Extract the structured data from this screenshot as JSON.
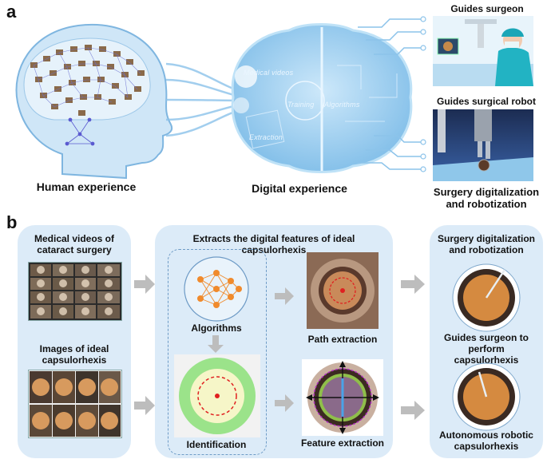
{
  "panel_a": {
    "letter": "a",
    "human_label": "Human experience",
    "digital_label": "Digital experience",
    "brain_labels": {
      "medical_videos": "Medical videos",
      "training": "Training",
      "algorithms": "Algorithms",
      "extraction": "Extraction"
    },
    "guides_surgeon": "Guides surgeon",
    "guides_robot": "Guides surgical robot",
    "digitalization": "Surgery digitalization and robotization"
  },
  "panel_b": {
    "letter": "b",
    "left": {
      "videos_title": "Medical videos of cataract surgery",
      "images_title": "Images of ideal capsulorhexis"
    },
    "middle": {
      "title": "Extracts the digital features of ideal capsulorhexis",
      "algorithms": "Algorithms",
      "identification": "Identification",
      "path_extraction": "Path extraction",
      "feature_extraction": "Feature extraction"
    },
    "right": {
      "title": "Surgery digitalization and robotization",
      "guides_text": "Guides surgeon to perform capsulorhexis",
      "autonomous_text": "Autonomous robotic capsulorhexis"
    }
  },
  "colors": {
    "panel_bg": "#dcebf8",
    "brain_blue": "#9fd0f0",
    "arrow_gray": "#bdbdbd",
    "node_orange": "#f08a2c",
    "dash_red": "#e02020"
  }
}
